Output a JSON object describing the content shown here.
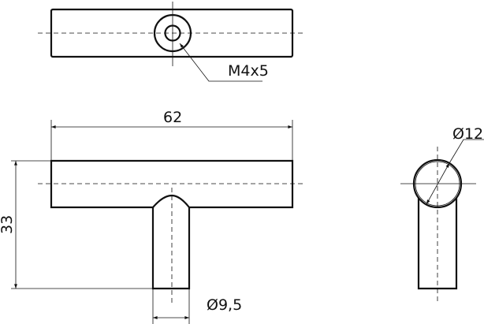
{
  "title": "T-bar handle drawing",
  "dimensions": {
    "thread": "M4x5",
    "length": "62",
    "height": "33",
    "stem_diameter": "Ø9,5",
    "bar_diameter": "Ø12"
  }
}
